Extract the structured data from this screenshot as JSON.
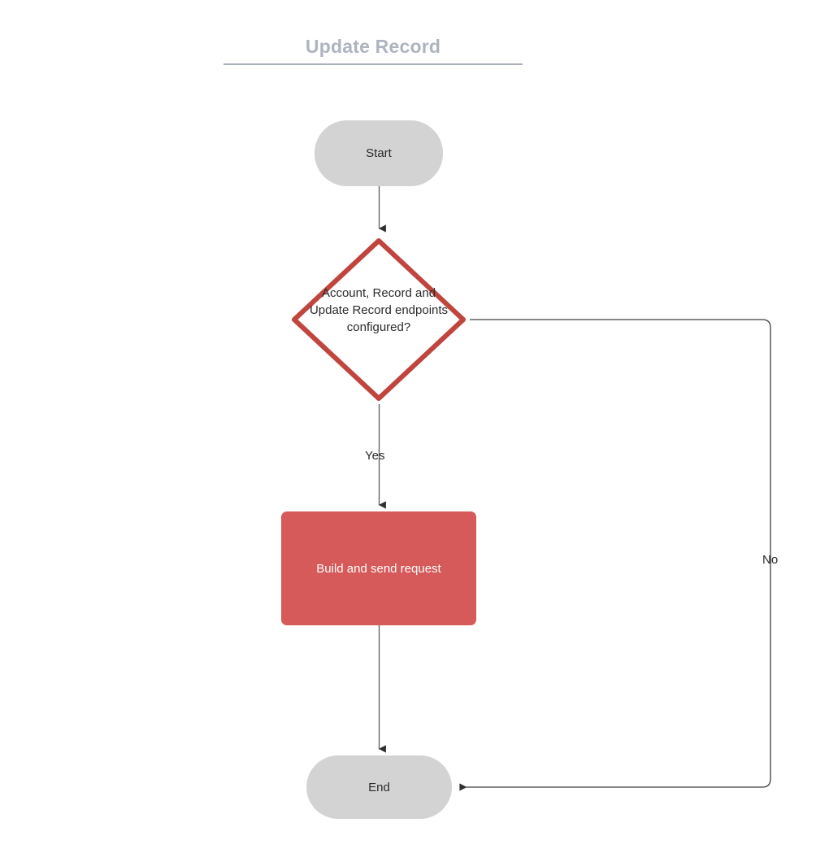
{
  "title": {
    "text": "Update Record"
  },
  "colors": {
    "terminator_fill": "#d3d3d4",
    "process_fill": "#d65a5a",
    "decision_stroke": "#c0453f",
    "connector": "#3f3f3f",
    "title_text": "#aeb4bf",
    "title_rule": "#aab0bb",
    "canvas": "#ffffff"
  },
  "flowchart": {
    "type": "flowchart",
    "orientation": "top-to-bottom",
    "nodes": [
      {
        "id": "start",
        "shape": "terminator",
        "label": "Start"
      },
      {
        "id": "decision",
        "shape": "diamond",
        "label": "Account, Record and Update Record endpoints configured?",
        "label_lines": [
          "Account, Record and",
          "Update Record endpoints",
          "configured?"
        ]
      },
      {
        "id": "process",
        "shape": "rectangle",
        "label": "Build and send request"
      },
      {
        "id": "end",
        "shape": "terminator",
        "label": "End"
      }
    ],
    "edges": [
      {
        "from": "start",
        "to": "decision",
        "label": ""
      },
      {
        "from": "decision",
        "to": "process",
        "label": "Yes"
      },
      {
        "from": "process",
        "to": "end",
        "label": ""
      },
      {
        "from": "decision",
        "to": "end",
        "label": "No"
      }
    ]
  }
}
